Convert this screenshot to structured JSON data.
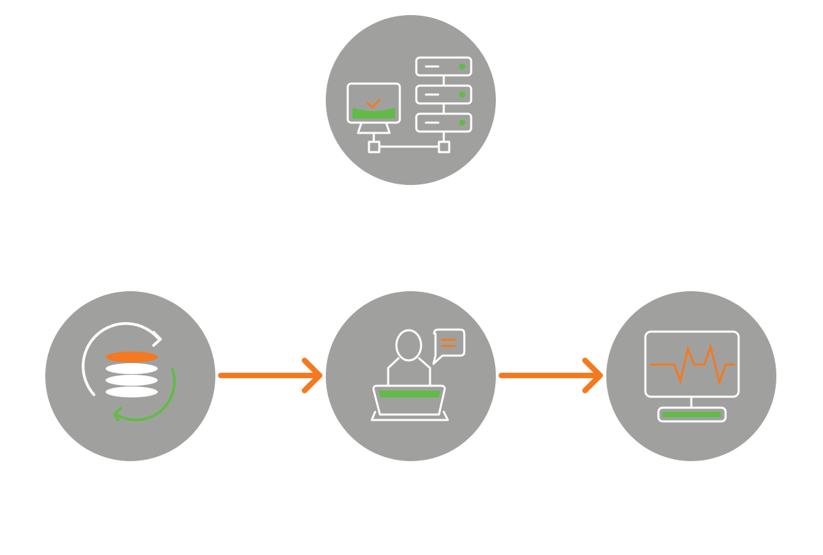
{
  "diagram": {
    "type": "flow",
    "colors": {
      "circle": "#a0a19f",
      "stroke": "#ffffff",
      "accent_orange": "#f47920",
      "accent_green": "#62bb46"
    },
    "nodes": [
      {
        "id": "servers",
        "icon": "monitor-server-network-icon",
        "label": ""
      },
      {
        "id": "database",
        "icon": "database-sync-icon",
        "label": ""
      },
      {
        "id": "agent",
        "icon": "support-agent-laptop-icon",
        "label": ""
      },
      {
        "id": "monitor",
        "icon": "heartbeat-monitor-icon",
        "label": ""
      }
    ],
    "edges": [
      {
        "from": "database",
        "to": "agent",
        "icon": "arrow-right-icon"
      },
      {
        "from": "agent",
        "to": "monitor",
        "icon": "arrow-right-icon"
      }
    ]
  }
}
